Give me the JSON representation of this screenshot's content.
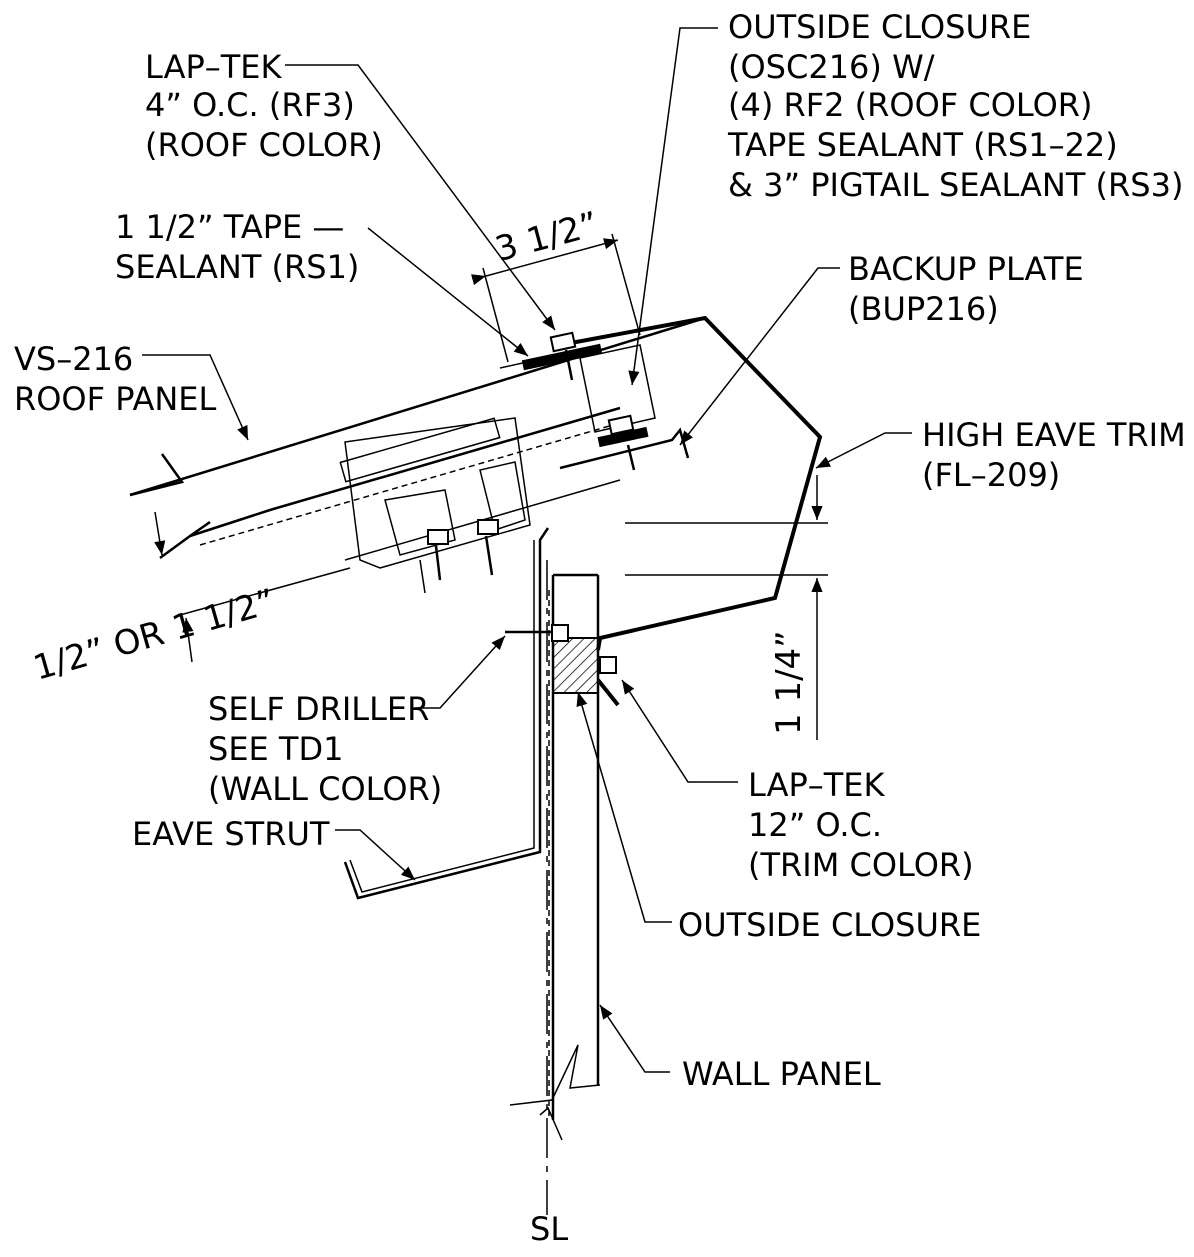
{
  "labels": {
    "lap_tek_top": [
      "LAP–TEK",
      "4” O.C. (RF3)",
      "(ROOF COLOR)"
    ],
    "outside_closure_top": [
      "OUTSIDE CLOSURE",
      "(OSC216) W/",
      "(4) RF2 (ROOF COLOR)",
      "TAPE SEALANT (RS1–22)",
      "& 3” PIGTAIL SEALANT (RS3)"
    ],
    "tape_sealant": [
      "1 1/2” TAPE —",
      "SEALANT (RS1)"
    ],
    "backup_plate": [
      "BACKUP PLATE",
      "(BUP216)"
    ],
    "roof_panel": [
      "VS–216",
      "ROOF PANEL"
    ],
    "high_eave_trim": [
      "HIGH EAVE TRIM",
      "(FL–209)"
    ],
    "self_driller": [
      "SELF DRILLER",
      "SEE TD1",
      "(WALL COLOR)"
    ],
    "eave_strut": "EAVE STRUT",
    "lap_tek_bottom": [
      "LAP–TEK",
      "12” O.C.",
      "(TRIM COLOR)"
    ],
    "outside_closure_bottom": "OUTSIDE CLOSURE",
    "wall_panel": "WALL PANEL",
    "sidewall_line": "SL"
  },
  "dimensions": {
    "lap": "3 1/2”",
    "insulation": "1/2” OR 1 1/2”",
    "trim_height": "1 1/4”"
  }
}
